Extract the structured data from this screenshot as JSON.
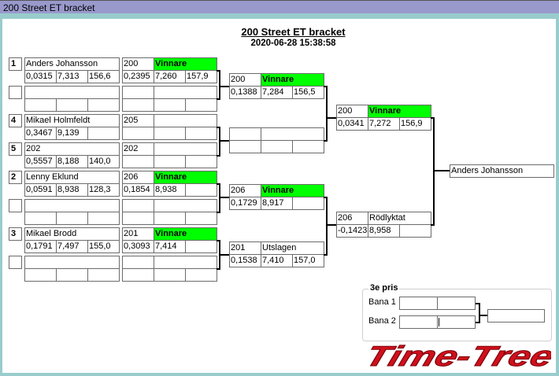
{
  "window": {
    "title": "200 Street ET bracket"
  },
  "header": {
    "title": "200 Street ET bracket",
    "datetime": "2020-06-28 15:38:58"
  },
  "round1": {
    "entries": [
      {
        "seed": "1",
        "name": "Anders Johansson",
        "times": [
          "0,0315",
          "7,313",
          "156,6"
        ]
      },
      {
        "seed": "",
        "name": "",
        "times": [
          "",
          "",
          ""
        ]
      },
      {
        "seed": "4",
        "name": "Mikael Holmfeldt",
        "times": [
          "0,3467",
          "9,139",
          ""
        ]
      },
      {
        "seed": "5",
        "name": "202",
        "times": [
          "0,5557",
          "8,188",
          "140,0"
        ]
      },
      {
        "seed": "2",
        "name": "Lenny Eklund",
        "times": [
          "0,0591",
          "8,938",
          "128,3"
        ]
      },
      {
        "seed": "",
        "name": "",
        "times": [
          "",
          "",
          ""
        ]
      },
      {
        "seed": "3",
        "name": "Mikael Brodd",
        "times": [
          "0,1791",
          "7,497",
          "155,0"
        ]
      },
      {
        "seed": "",
        "name": "",
        "times": [
          "",
          "",
          ""
        ]
      }
    ],
    "results": [
      {
        "car": "200",
        "status": "Vinnare",
        "times": [
          "0,2395",
          "7,260",
          "157,9"
        ]
      },
      {
        "car": "",
        "status": "",
        "times": [
          "",
          "",
          ""
        ]
      },
      {
        "car": "205",
        "status": "",
        "times": [
          "",
          "",
          ""
        ]
      },
      {
        "car": "202",
        "status": "",
        "times": [
          "",
          "",
          ""
        ]
      },
      {
        "car": "206",
        "status": "Vinnare",
        "times": [
          "0,1854",
          "8,938",
          ""
        ]
      },
      {
        "car": "",
        "status": "",
        "times": [
          "",
          "",
          ""
        ]
      },
      {
        "car": "201",
        "status": "Vinnare",
        "times": [
          "0,3093",
          "7,414",
          ""
        ]
      },
      {
        "car": "",
        "status": "",
        "times": [
          "",
          "",
          ""
        ]
      }
    ]
  },
  "round2": [
    {
      "car": "200",
      "status": "Vinnare",
      "times": [
        "0,1388",
        "7,284",
        "156,5"
      ]
    },
    {
      "car": "",
      "status": "",
      "times": [
        "",
        "",
        ""
      ]
    },
    {
      "car": "206",
      "status": "Vinnare",
      "times": [
        "0,1729",
        "8,917",
        ""
      ]
    },
    {
      "car": "201",
      "status": "Utslagen",
      "times": [
        "0,1538",
        "7,410",
        "157,0"
      ]
    }
  ],
  "round3": [
    {
      "car": "200",
      "status": "Vinnare",
      "times": [
        "0,0341",
        "7,272",
        "156,9"
      ]
    },
    {
      "car": "206",
      "status": "Rödlyktat",
      "times": [
        "-0,1423",
        "8,958",
        ""
      ]
    }
  ],
  "final": {
    "winner": "Anders Johansson"
  },
  "third_place": {
    "legend": "3e pris",
    "lane1_label": "Bana 1",
    "lane2_label": "Bana 2",
    "lane1": [
      "",
      ""
    ],
    "lane2": [
      "",
      ""
    ],
    "result": ""
  },
  "logo": {
    "text": "Time-Tree"
  },
  "colors": {
    "winner": "#00ff00",
    "titlebar": "#9999cc",
    "frame": "#99cccc",
    "logo": "#d0101c"
  }
}
